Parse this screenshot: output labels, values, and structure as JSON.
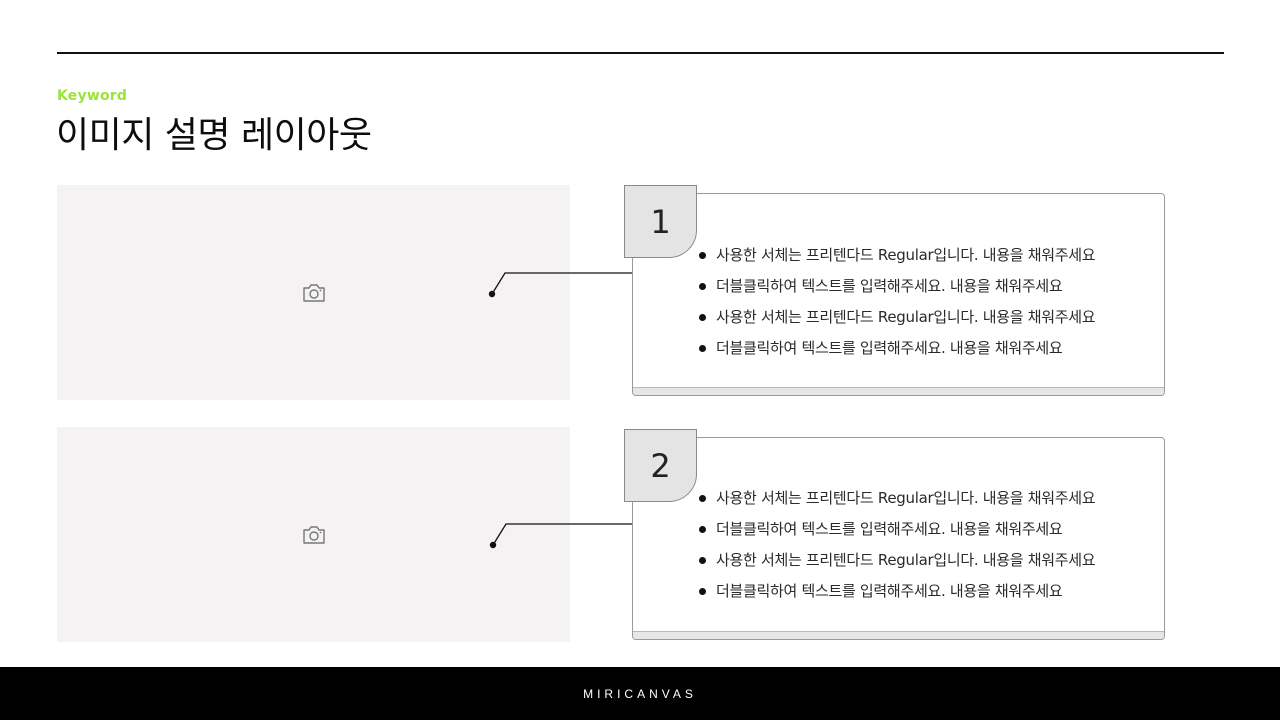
{
  "header": {
    "keyword": "Keyword",
    "title": "이미지 설명 레이아웃"
  },
  "icons": {
    "image_placeholder": "camera-icon"
  },
  "colors": {
    "accent": "#9be33a",
    "footer": "#000000",
    "placeholder": "#f4f2f2",
    "tab": "#e4e4e4"
  },
  "sections": [
    {
      "number": "1",
      "items": [
        "사용한 서체는 프리텐다드 Regular입니다. 내용을 채워주세요",
        "더블클릭하여 텍스트를 입력해주세요. 내용을 채워주세요",
        "사용한 서체는 프리텐다드 Regular입니다. 내용을 채워주세요",
        "더블클릭하여 텍스트를 입력해주세요. 내용을 채워주세요"
      ]
    },
    {
      "number": "2",
      "items": [
        "사용한 서체는 프리텐다드 Regular입니다. 내용을 채워주세요",
        "더블클릭하여 텍스트를 입력해주세요. 내용을 채워주세요",
        "사용한 서체는 프리텐다드 Regular입니다. 내용을 채워주세요",
        "더블클릭하여 텍스트를 입력해주세요. 내용을 채워주세요"
      ]
    }
  ],
  "footer": {
    "brand": "MIRICANVAS"
  }
}
